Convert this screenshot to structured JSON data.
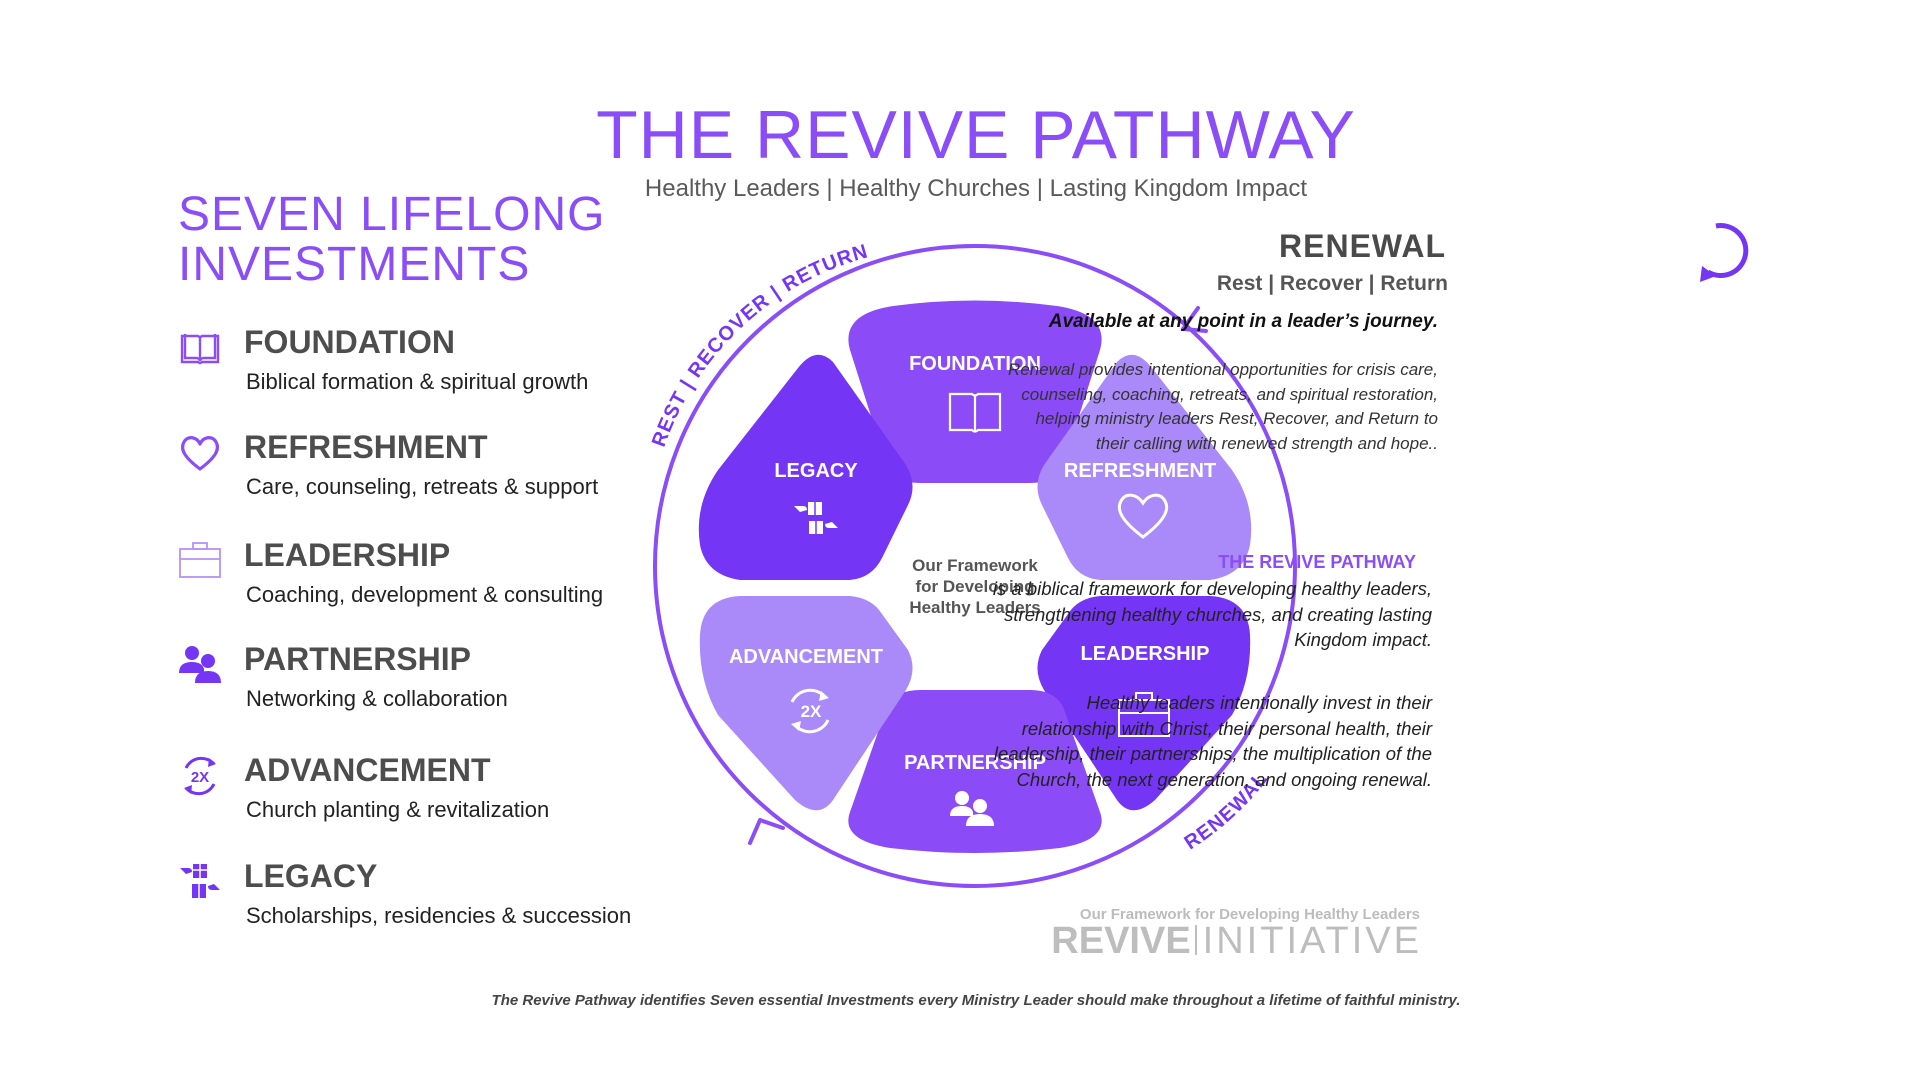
{
  "header": {
    "title": "THE REVIVE PATHWAY",
    "subtitle": "Healthy Leaders | Healthy Churches | Lasting Kingdom Impact"
  },
  "investments": {
    "heading_line1": "SEVEN LIFELONG",
    "heading_line2": "INVESTMENTS",
    "items": [
      {
        "name": "FOUNDATION",
        "description": "Biblical formation & spiritual growth",
        "icon": "open-book-icon"
      },
      {
        "name": "REFRESHMENT",
        "description": "Care, counseling, retreats & support",
        "icon": "heart-icon"
      },
      {
        "name": "LEADERSHIP",
        "description": "Coaching, development & consulting",
        "icon": "briefcase-icon"
      },
      {
        "name": "PARTNERSHIP",
        "description": "Networking & collaboration",
        "icon": "people-icon"
      },
      {
        "name": "ADVANCEMENT",
        "description": "Church planting & revitalization",
        "icon": "multiply-2x-icon"
      },
      {
        "name": "LEGACY",
        "description": "Scholarships, residencies & succession",
        "icon": "gift-hands-icon"
      }
    ]
  },
  "wheel": {
    "center_line1": "Our Framework",
    "center_line2": "for Developing",
    "center_line3": "Healthy Leaders",
    "arc_label_top": "REST | RECOVER | RETURN",
    "arc_label_bottom": "RENEWAL",
    "segments": [
      {
        "label": "FOUNDATION",
        "icon": "open-book-icon",
        "color": "#8b4cf7"
      },
      {
        "label": "REFRESHMENT",
        "icon": "heart-icon",
        "color": "#a98af8"
      },
      {
        "label": "LEADERSHIP",
        "icon": "briefcase-icon",
        "color": "#7535f5"
      },
      {
        "label": "PARTNERSHIP",
        "icon": "people-icon",
        "color": "#8b4cf7"
      },
      {
        "label": "ADVANCEMENT",
        "icon": "multiply-2x-icon",
        "color": "#a98af8"
      },
      {
        "label": "LEGACY",
        "icon": "gift-hands-icon",
        "color": "#7535f5"
      }
    ]
  },
  "renewal": {
    "title": "RENEWAL",
    "subtitle": "Rest | Recover | Return",
    "availability": "Available at any point in a leader’s  journey.",
    "description": "Renewal provides intentional opportunities for crisis care, counseling, coaching, retreats, and spiritual restoration, helping ministry leaders Rest, Recover, and Return to their calling with renewed strength and hope..",
    "icon": "renewal-cycle-icon"
  },
  "pathway": {
    "heading": "THE REVIVE PATHWAY",
    "description1": "is a biblical framework for developing healthy leaders, strengthening healthy churches, and creating lasting Kingdom impact.",
    "description2": "Healthy leaders intentionally invest in their relationship with Christ, their personal health, their leadership, their partnerships, the multiplication of the Church, the next generation, and ongoing renewal."
  },
  "brand": {
    "tagline": "Our Framework for Developing Healthy Leaders",
    "logo_bold": "REVIVE",
    "logo_light": "INITIATIVE"
  },
  "footer": {
    "note": "The Revive Pathway identifies Seven essential Investments every Ministry Leader should make throughout a lifetime of faithful ministry."
  },
  "colors": {
    "accent": "#8a4df7",
    "dark_purple": "#7535f5",
    "mid_purple": "#8b4cf7",
    "light_purple": "#a98af8",
    "text_gray": "#4d4d4d"
  }
}
